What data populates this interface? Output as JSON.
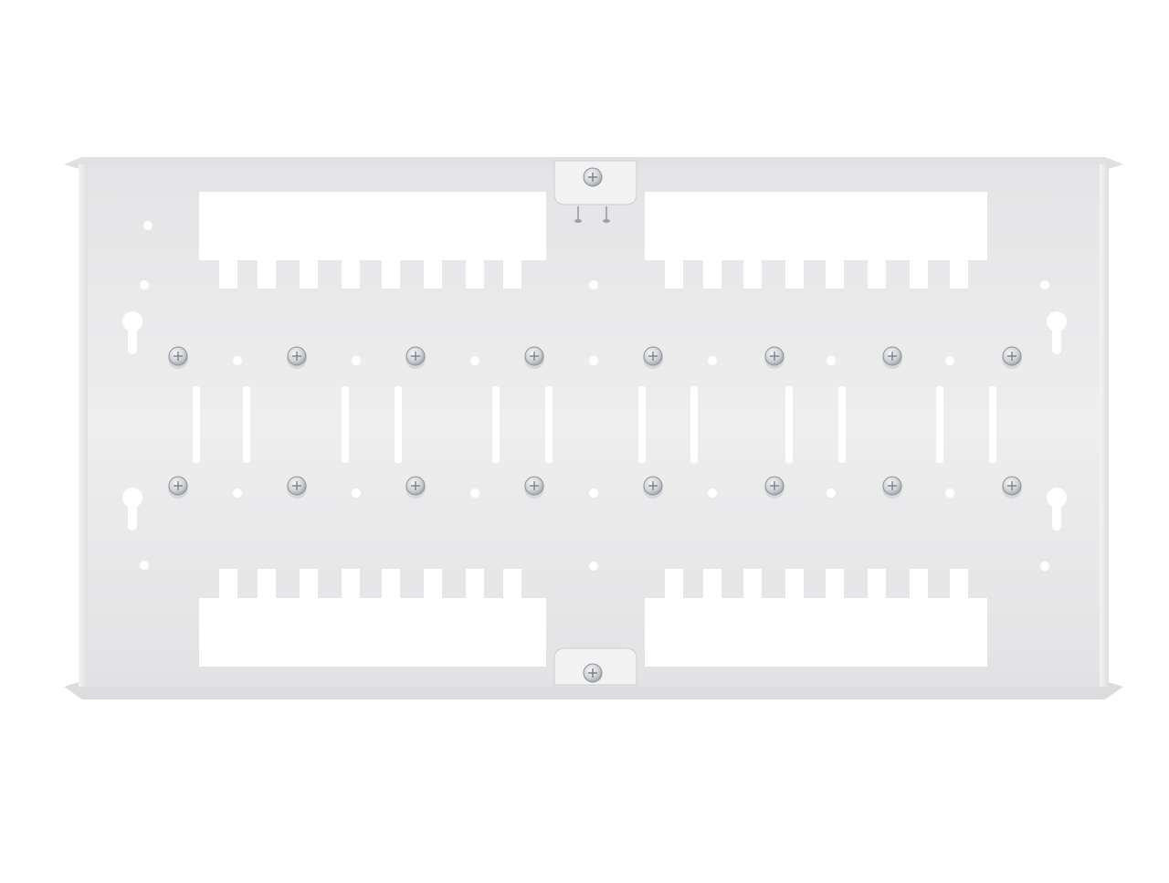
{
  "image": {
    "subject": "mounting-plate",
    "background_color": "#ffffff",
    "plate_color": "#e9e9eb",
    "plate_shade_color": "#dcdcdf",
    "edge_color": "#d4d4d7",
    "cutout_color": "#ffffff",
    "bolt_color": "#cfd2d6",
    "bolt_highlight_color": "#f4f5f6",
    "bolt_count": 16,
    "keyhole_count": 4,
    "clip_count": 2
  }
}
